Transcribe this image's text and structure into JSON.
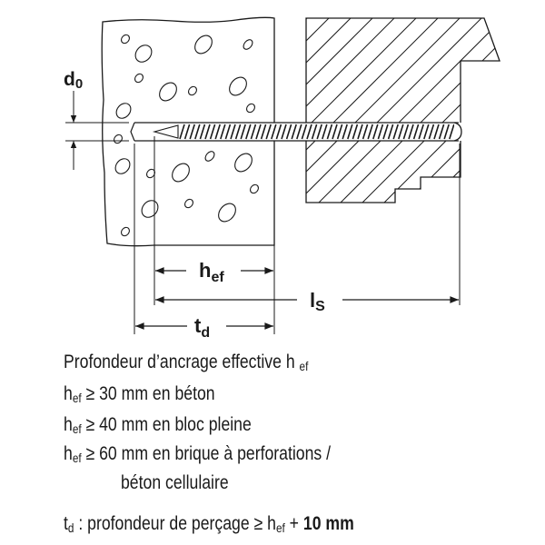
{
  "diagram": {
    "labels": {
      "d0_main": "d",
      "d0_sub": "0",
      "hef_main": "h",
      "hef_sub": "ef",
      "ls_main": "l",
      "ls_sub": "S",
      "td_main": "t",
      "td_sub": "d"
    }
  },
  "notes": {
    "title": {
      "text": "Profondeur d’ancrage effective h",
      "sub": "ef"
    },
    "rows": [
      {
        "h": "h",
        "sub": "ef",
        "text": " ≥ 30 mm en béton"
      },
      {
        "h": "h",
        "sub": "ef",
        "text": " ≥ 40 mm en bloc pleine"
      },
      {
        "h": "h",
        "sub": "ef",
        "text": " ≥ 60 mm en brique à perforations /"
      }
    ],
    "continuation": "béton cellulaire",
    "drill": {
      "t": "t",
      "t_sub": "d",
      "text": " : profondeur de perçage ≥ h",
      "h_sub": "ef",
      "plus": " + ",
      "bold": "10 mm"
    }
  }
}
